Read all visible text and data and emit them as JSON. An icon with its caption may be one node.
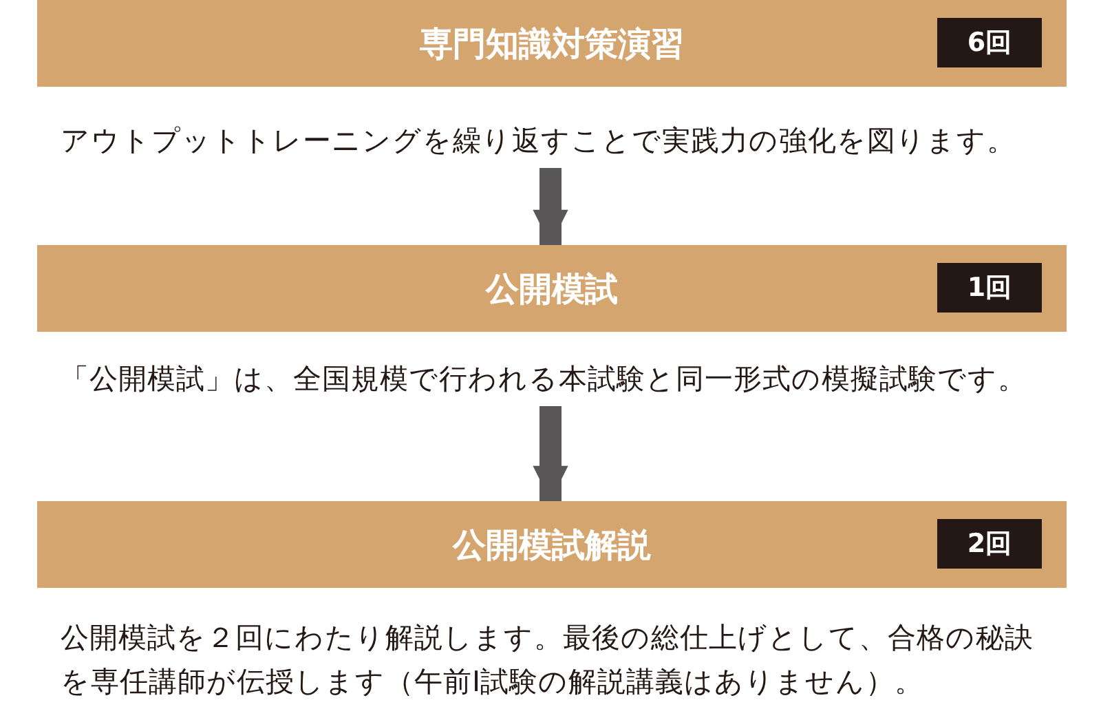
{
  "diagram": {
    "nodes": [
      {
        "text": [
          "専門知識対策演習"
        ]
      },
      {
        "text": [
          "6回"
        ],
        "in": 0
      },
      {
        "text": [
          "アウトプットトレーニングを繰り返すことで実践力の強化を図ります。"
        ]
      },
      {
        "text": [
          "公開模試"
        ]
      },
      {
        "text": [
          "1回"
        ],
        "in": 3
      },
      {
        "text": [
          "「公開模試」は、全国規模で行われる本試験と同一形式の模擬試験です。"
        ]
      },
      {
        "text": [
          "公開模試解説"
        ]
      },
      {
        "text": [
          "2回"
        ],
        "in": 6
      },
      {
        "text": [
          "公開模試を２回にわたり解説します。最後の総仕上げとして、合格の秘訣を専任講師が伝授します（午前Ⅰ試験の解説講義はありません）。"
        ]
      }
    ],
    "edges": [
      {
        "from": 2,
        "to": 3,
        "arrow": "to"
      },
      {
        "from": 5,
        "to": 6,
        "arrow": "to"
      }
    ]
  }
}
